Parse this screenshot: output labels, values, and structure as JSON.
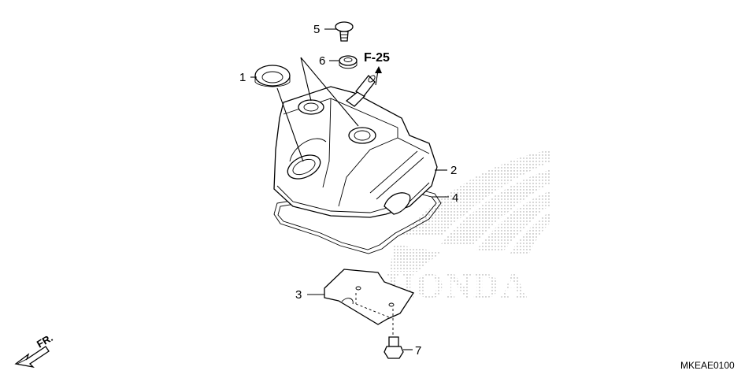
{
  "diagram": {
    "watermark": "HONDA",
    "reference_label": "F-25",
    "diagram_code": "MKEAE0100",
    "front_indicator": "FR.",
    "callouts": [
      {
        "id": "1",
        "text": "1"
      },
      {
        "id": "2",
        "text": "2"
      },
      {
        "id": "3",
        "text": "3"
      },
      {
        "id": "4",
        "text": "4"
      },
      {
        "id": "5",
        "text": "5"
      },
      {
        "id": "6",
        "text": "6"
      },
      {
        "id": "7",
        "text": "7"
      }
    ]
  }
}
